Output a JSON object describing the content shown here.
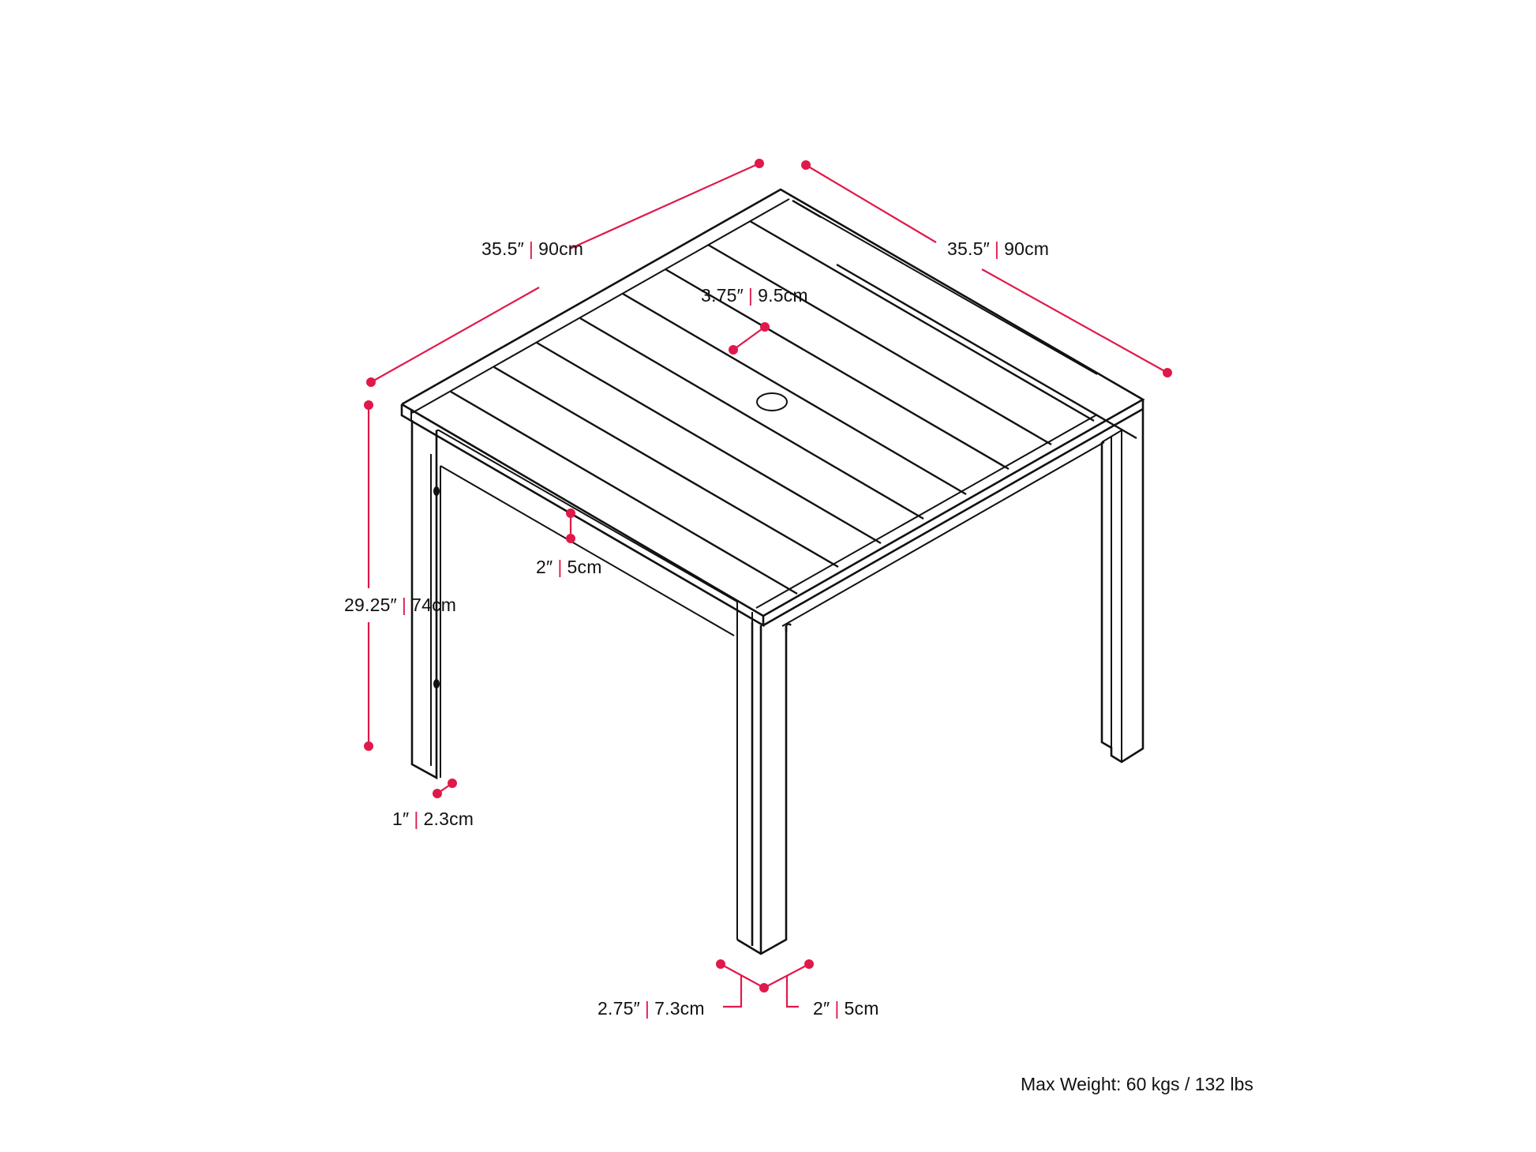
{
  "diagram": {
    "subject": "Square outdoor dining table with slatted top and umbrella hole",
    "accent_color": "#e0194a",
    "line_color": "#111111",
    "dimensions": {
      "width_left": {
        "imperial": "35.5″",
        "metric": "90cm"
      },
      "width_right": {
        "imperial": "35.5″",
        "metric": "90cm"
      },
      "slat_width": {
        "imperial": "3.75″",
        "metric": "9.5cm"
      },
      "apron_height": {
        "imperial": "2″",
        "metric": "5cm"
      },
      "height": {
        "imperial": "29.25″",
        "metric": "74cm"
      },
      "leg_thickness": {
        "imperial": "1″",
        "metric": "2.3cm"
      },
      "leg_depth": {
        "imperial": "2.75″",
        "metric": "7.3cm"
      },
      "leg_width": {
        "imperial": "2″",
        "metric": "5cm"
      }
    },
    "separator": "|",
    "max_weight": "Max Weight: 60 kgs / 132 lbs"
  }
}
